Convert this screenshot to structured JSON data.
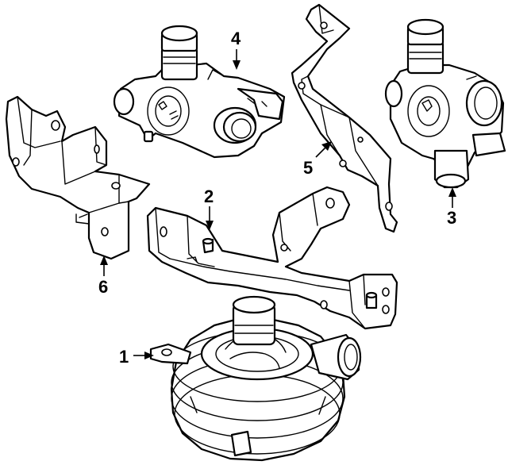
{
  "callouts": [
    {
      "id": "1",
      "label": "1",
      "part": "water pump"
    },
    {
      "id": "2",
      "label": "2",
      "part": "bracket"
    },
    {
      "id": "3",
      "label": "3",
      "part": "valve"
    },
    {
      "id": "4",
      "label": "4",
      "part": "valve"
    },
    {
      "id": "5",
      "label": "5",
      "part": "bracket"
    },
    {
      "id": "6",
      "label": "6",
      "part": "bracket"
    }
  ],
  "colors": {
    "line": "#000000",
    "background": "#ffffff"
  }
}
